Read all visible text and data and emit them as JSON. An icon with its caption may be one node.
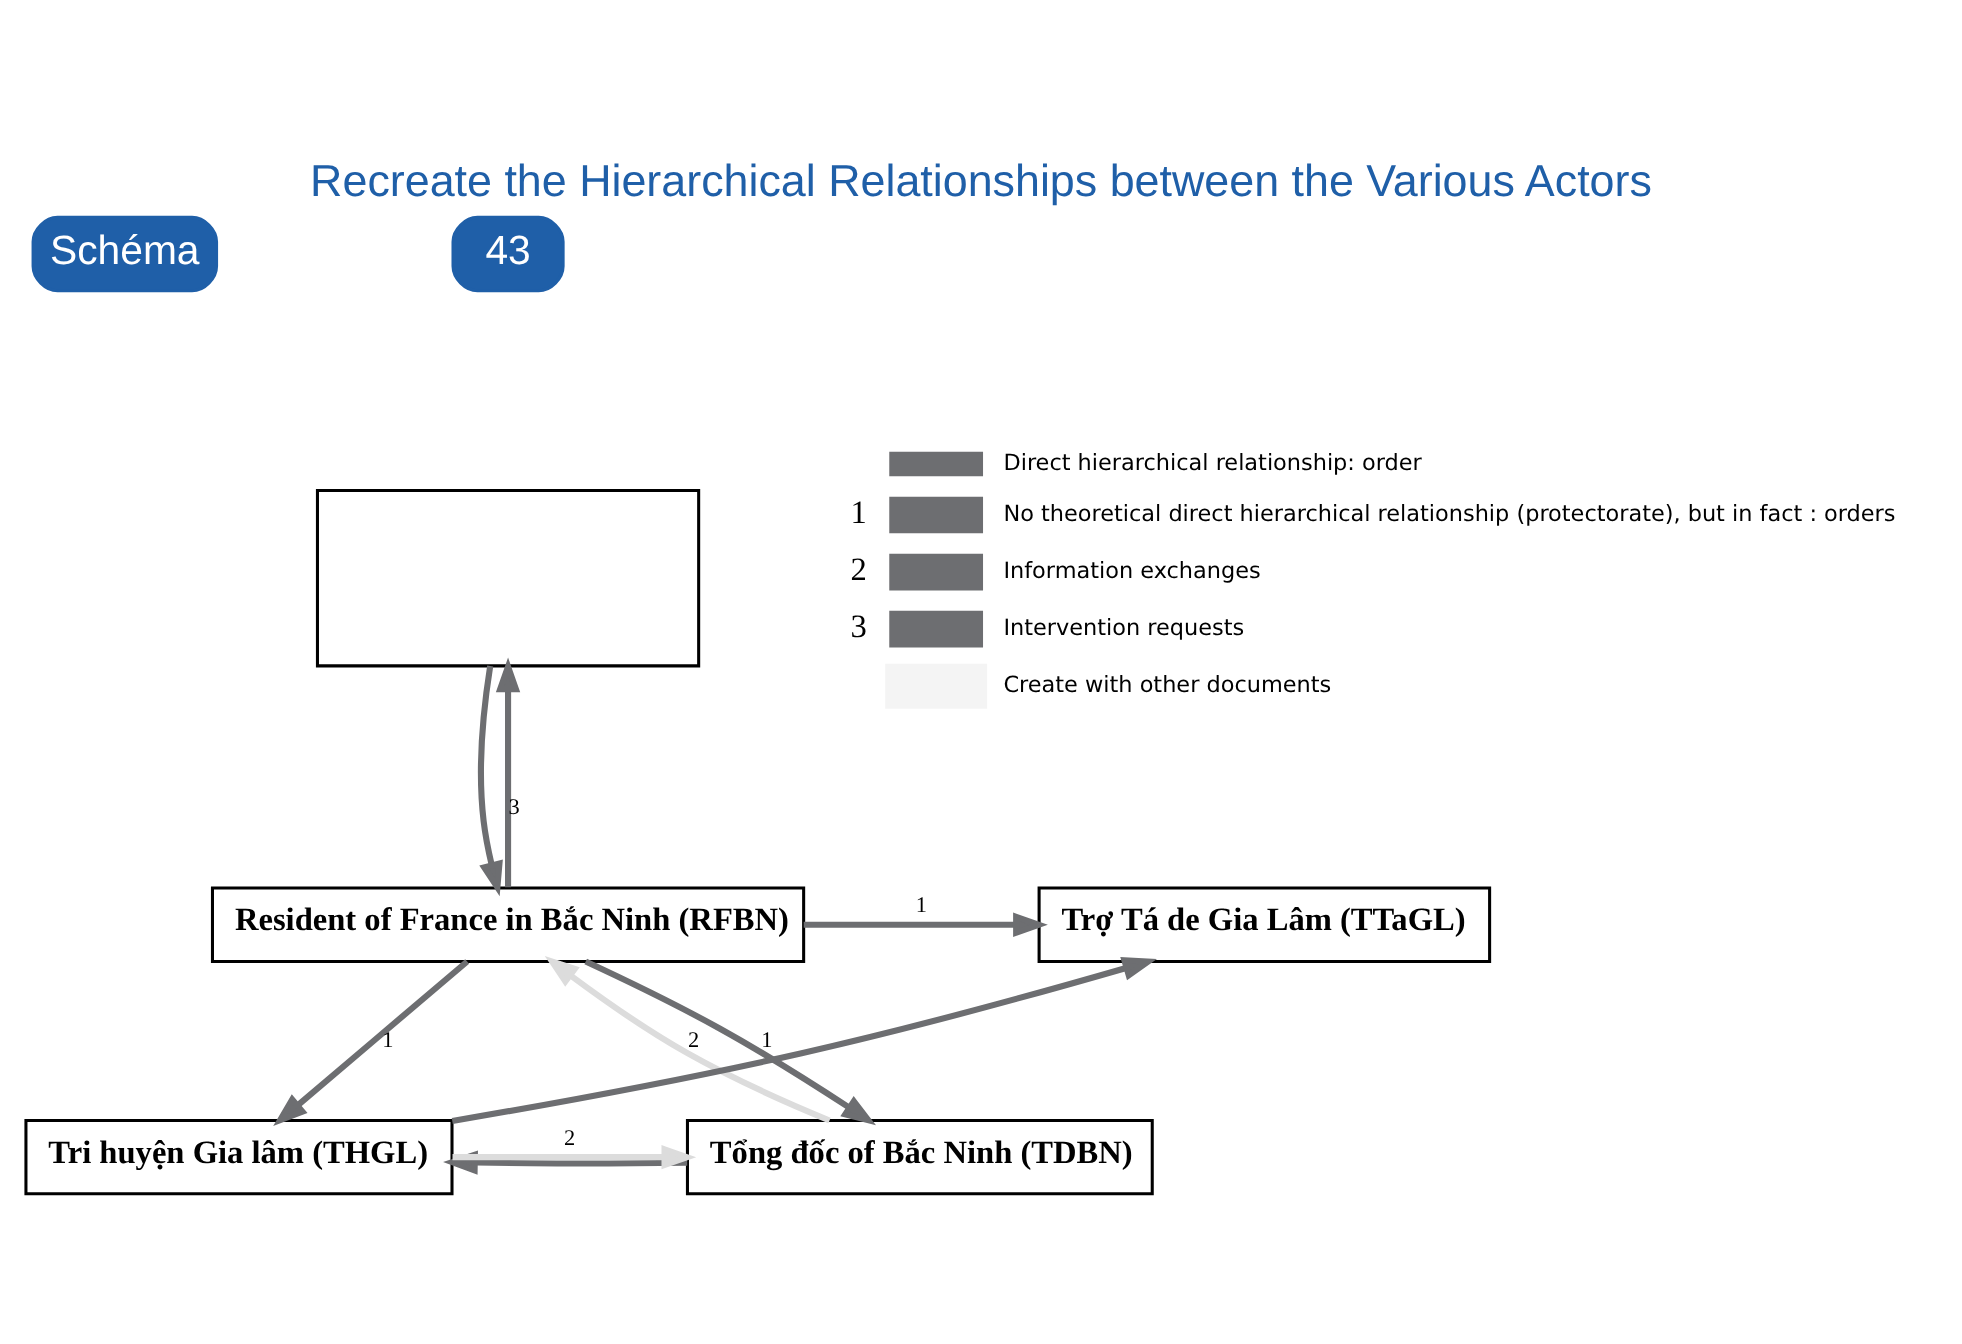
{
  "diagram": {
    "title": "Recreate the Hierarchical Relationships between the Various Actors",
    "nodes": [
      {
        "text": [],
        "shape": "box"
      },
      {
        "text": [
          "Resident of France in Bắc Ninh (RFBN)"
        ]
      },
      {
        "text": [
          "Trợ Tá de Gia Lâm (TTaGL)"
        ]
      },
      {
        "text": [
          "Tổng đốc of Bắc Ninh (TDBN)"
        ]
      },
      {
        "text": [
          "Tri huyện Gia lâm (THGL)"
        ]
      }
    ],
    "edges": [
      {
        "from": 0,
        "to": 1,
        "arrow": "to"
      },
      {
        "from": 1,
        "to": 0,
        "arrow": "to",
        "label": "3"
      },
      {
        "from": 1,
        "to": 3,
        "arrow": "to",
        "label": "1"
      },
      {
        "from": 3,
        "to": 1,
        "arrow": "to",
        "label": "2",
        "color": "#dcdcdc"
      },
      {
        "from": 1,
        "to": 2,
        "arrow": "to",
        "label": "1"
      },
      {
        "from": 1,
        "to": 4,
        "arrow": "to",
        "label": "1"
      },
      {
        "from": 4,
        "to": 3,
        "arrow": "to",
        "label": "2",
        "color": "#dcdcdc"
      },
      {
        "from": 3,
        "to": 4,
        "arrow": "to"
      },
      {
        "from": 4,
        "to": 2,
        "arrow": "to"
      }
    ],
    "labels": [
      "Schéma",
      "43",
      "1",
      "2",
      "3"
    ],
    "legend": [
      {
        "text": "Direct hierarchical relationship: order"
      },
      {
        "text": "No theoretical direct hierarchical relationship (protectorate), but in fact : orders"
      },
      {
        "text": "Information exchanges"
      },
      {
        "text": "Intervention requests"
      },
      {
        "text": "Create with other documents",
        "color": "#f4f4f4"
      }
    ]
  }
}
